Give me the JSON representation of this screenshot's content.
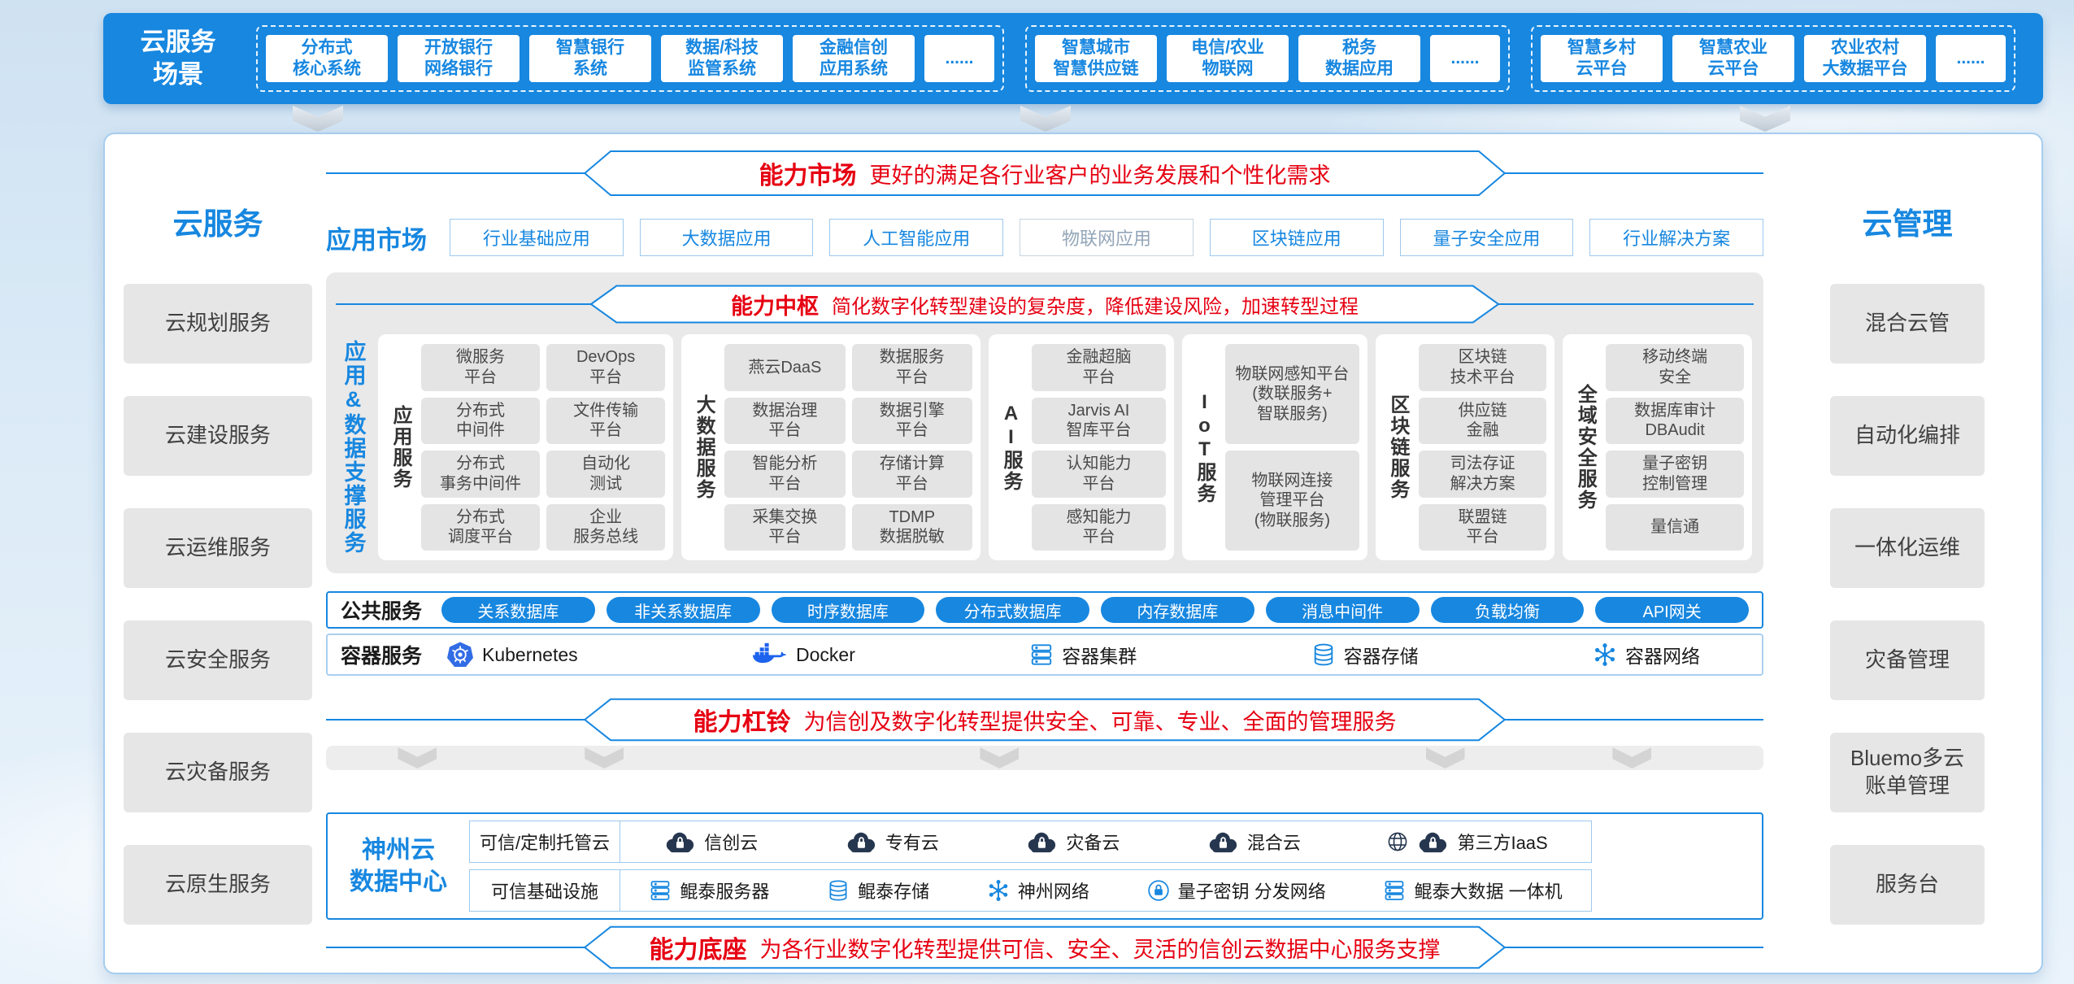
{
  "colors": {
    "primary": "#1787E0",
    "accent_red": "#E60012"
  },
  "scenario_bar": {
    "title": "云服务\n场景",
    "groups": [
      {
        "items": [
          "分布式\n核心系统",
          "开放银行\n网络银行",
          "智慧银行\n系统",
          "数据/科技\n监管系统",
          "金融信创\n应用系统",
          "......"
        ]
      },
      {
        "items": [
          "智慧城市\n智慧供应链",
          "电信/农业\n物联网",
          "税务\n数据应用",
          "......"
        ]
      },
      {
        "items": [
          "智慧乡村\n云平台",
          "智慧农业\n云平台",
          "农业农村\n大数据平台",
          "......"
        ]
      }
    ]
  },
  "cloud_services": {
    "title": "云服务",
    "items": [
      "云规划服务",
      "云建设服务",
      "云运维服务",
      "云安全服务",
      "云灾备服务",
      "云原生服务"
    ]
  },
  "cloud_management": {
    "title": "云管理",
    "items": [
      "混合云管",
      "自动化编排",
      "一体化运维",
      "灾备管理",
      "Bluemo多云\n账单管理",
      "服务台"
    ]
  },
  "capability_market": {
    "title": "能力市场",
    "desc": "更好的满足各行业客户的业务发展和个性化需求"
  },
  "app_market": {
    "label": "应用市场",
    "items": [
      "行业基础应用",
      "大数据应用",
      "人工智能应用",
      "物联网应用",
      "区块链应用",
      "量子安全应用",
      "行业解决方案"
    ]
  },
  "capability_hub": {
    "title": "能力中枢",
    "desc": "简化数字化转型建设的复杂度，降低建设风险，加速转型过程"
  },
  "support": {
    "vertical_label": "应用&数据支撑服务",
    "panels": [
      {
        "label": "应用服务",
        "items": [
          "微服务\n平台",
          "DevOps\n平台",
          "分布式\n中间件",
          "文件传输\n平台",
          "分布式\n事务中间件",
          "自动化\n测试",
          "分布式\n调度平台",
          "企业\n服务总线"
        ]
      },
      {
        "label": "大数据服务",
        "items": [
          "燕云DaaS",
          "数据服务\n平台",
          "数据治理\n平台",
          "数据引擎\n平台",
          "智能分析\n平台",
          "存储计算\n平台",
          "采集交换\n平台",
          "TDMP\n数据脱敏"
        ]
      },
      {
        "label": "AI服务",
        "items": [
          "金融超脑\n平台",
          "Jarvis AI\n智库平台",
          "认知能力\n平台",
          "感知能力\n平台"
        ]
      },
      {
        "label": "IoT服务",
        "items": [
          "物联网感知平台\n(数联服务+\n智联服务)",
          "物联网连接\n管理平台\n(物联服务)"
        ]
      },
      {
        "label": "区块链服务",
        "items": [
          "区块链\n技术平台",
          "供应链\n金融",
          "司法存证\n解决方案",
          "联盟链\n平台"
        ]
      },
      {
        "label": "全域安全服务",
        "items": [
          "移动终端\n安全",
          "数据库审计\nDBAudit",
          "量子密钥\n控制管理",
          "量信通"
        ]
      }
    ]
  },
  "public_services": {
    "label": "公共服务",
    "items": [
      "关系数据库",
      "非关系数据库",
      "时序数据库",
      "分布式数据库",
      "内存数据库",
      "消息中间件",
      "负载均衡",
      "API网关"
    ]
  },
  "container_services": {
    "label": "容器服务",
    "items": [
      {
        "icon": "kubernetes-icon",
        "label": "Kubernetes"
      },
      {
        "icon": "docker-icon",
        "label": "Docker"
      },
      {
        "icon": "cluster-icon",
        "label": "容器集群"
      },
      {
        "icon": "storage-icon",
        "label": "容器存储"
      },
      {
        "icon": "network-icon",
        "label": "容器网络"
      }
    ]
  },
  "capability_barbell": {
    "title": "能力杠铃",
    "desc": "为信创及数字化转型提供安全、可靠、专业、全面的管理服务"
  },
  "datacenter": {
    "title": "神州云\n数据中心",
    "hosted_row": {
      "label": "可信/定制托管云",
      "items": [
        {
          "icon": "cloud-lock-icon",
          "label": "信创云"
        },
        {
          "icon": "cloud-lock-icon",
          "label": "专有云"
        },
        {
          "icon": "cloud-lock-icon",
          "label": "灾备云"
        },
        {
          "icon": "cloud-lock-icon",
          "label": "混合云"
        },
        {
          "icon": "globe-cloud-lock-icon",
          "label": "第三方IaaS"
        }
      ]
    },
    "infra_row": {
      "label": "可信基础设施",
      "items": [
        {
          "icon": "server-icon",
          "label": "鲲泰服务器"
        },
        {
          "icon": "storage-icon",
          "label": "鲲泰存储"
        },
        {
          "icon": "network-icon",
          "label": "神州网络"
        },
        {
          "icon": "qkd-lock-icon",
          "label": "量子密钥 分发网络"
        },
        {
          "icon": "server-icon",
          "label": "鲲泰大数据 一体机"
        }
      ]
    }
  },
  "capability_base": {
    "title": "能力底座",
    "desc": "为各行业数字化转型提供可信、安全、灵活的信创云数据中心服务支撑"
  }
}
